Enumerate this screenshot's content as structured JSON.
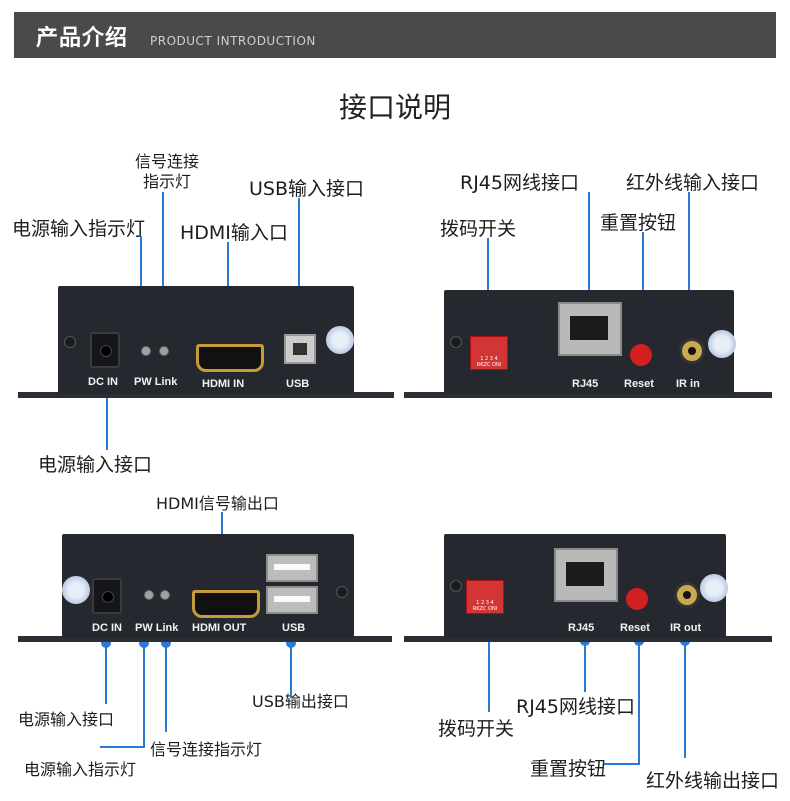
{
  "header": {
    "title_cn": "产品介绍",
    "title_en": "PRODUCT INTRODUCTION"
  },
  "section_title": "接口说明",
  "tx_front": {
    "callouts": {
      "power_led": "电源输入指示灯",
      "link_led": "信号连接\n指示灯",
      "hdmi_in": "HDMI输入口",
      "usb_in": "USB输入接口",
      "dc_in": "电源输入接口"
    },
    "ports": {
      "dc": "DC IN",
      "pw_link": "PW Link",
      "hdmi": "HDMI IN",
      "usb": "USB"
    }
  },
  "tx_rear": {
    "callouts": {
      "rj45": "RJ45网线接口",
      "ir": "红外线输入接口",
      "dip": "拨码开关",
      "reset": "重置按钮"
    },
    "ports": {
      "rj45": "RJ45",
      "reset": "Reset",
      "ir": "IR in",
      "dip_text": "1 2 3 4\nRKZC ONI"
    }
  },
  "rx_front": {
    "callouts": {
      "hdmi_out": "HDMI信号输出口",
      "usb_out": "USB输出接口",
      "dc_in": "电源输入接口",
      "link_led": "信号连接指示灯",
      "power_led": "电源输入指示灯"
    },
    "ports": {
      "dc": "DC IN",
      "pw_link": "PW Link",
      "hdmi": "HDMI OUT",
      "usb": "USB"
    }
  },
  "rx_rear": {
    "callouts": {
      "dip": "拨码开关",
      "rj45": "RJ45网线接口",
      "reset": "重置按钮",
      "ir": "红外线输出接口"
    },
    "ports": {
      "rj45": "RJ45",
      "reset": "Reset",
      "ir": "IR out",
      "dip_text": "1 2 3 4\nRKZC ONI"
    }
  }
}
